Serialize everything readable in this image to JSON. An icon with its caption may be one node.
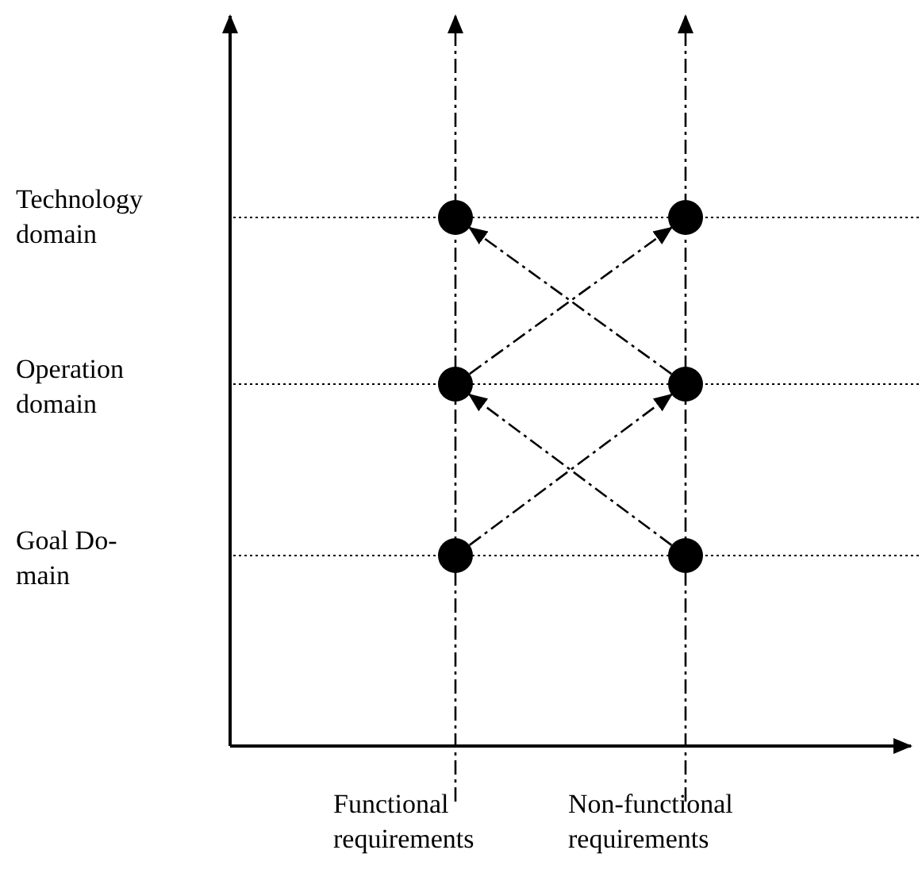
{
  "diagram": {
    "nodes": [
      {
        "text": [],
        "shape": "circle"
      },
      {
        "text": [],
        "shape": "circle"
      },
      {
        "text": [],
        "shape": "circle"
      },
      {
        "text": [],
        "shape": "circle"
      },
      {
        "text": [],
        "shape": "circle"
      },
      {
        "text": [],
        "shape": "circle"
      }
    ],
    "edges": [
      {
        "from": 2,
        "to": 1,
        "arrow": "to",
        "style": "dashed"
      },
      {
        "from": 3,
        "to": 0,
        "arrow": "to",
        "style": "dashed"
      },
      {
        "from": 4,
        "to": 3,
        "arrow": "to",
        "style": "dashed"
      },
      {
        "from": 5,
        "to": 2,
        "arrow": "to",
        "style": "dashed"
      }
    ],
    "labels": [
      "Technology domain",
      "Operation domain",
      "Goal Do-main",
      "Functional requirements",
      "Non-functional requirements"
    ]
  }
}
